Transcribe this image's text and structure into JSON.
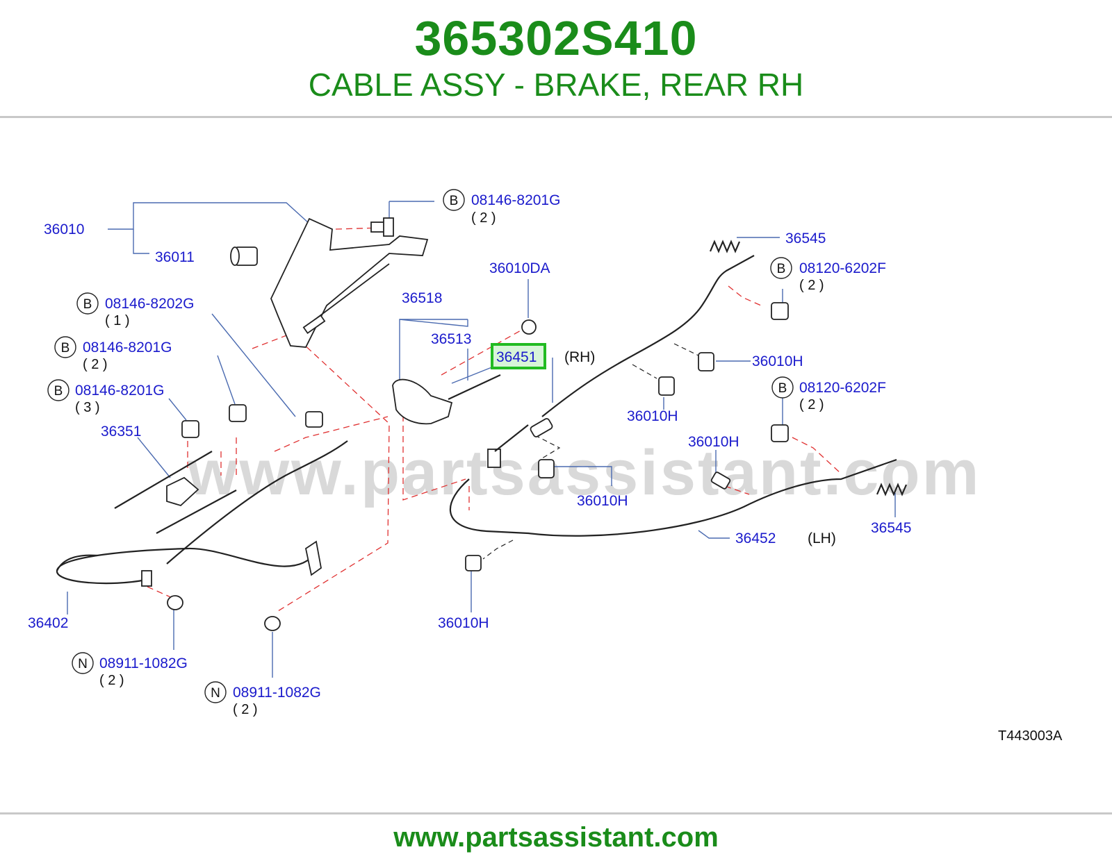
{
  "header": {
    "part_number": "365302S410",
    "description": "CABLE ASSY - BRAKE, REAR RH"
  },
  "footer": {
    "url": "www.partsassistant.com"
  },
  "watermark": "www.partsassistant.com",
  "colors": {
    "brand_green": "#1a8c1a",
    "label_blue": "#1a1acc",
    "highlight": "#22bb22",
    "dash_red": "#e03030"
  },
  "diagram": {
    "code": "T443003A",
    "circle_b": "B",
    "circle_n": "N",
    "labels": {
      "p36010": "36010",
      "p36011": "36011",
      "b08146_8201g_top": "08146-8201G",
      "q_top": "( 2 )",
      "p36010da": "36010DA",
      "p36518": "36518",
      "p36513": "36513",
      "p36451": "36451",
      "rh": "(RH)",
      "b08146_8202g": "08146-8202G",
      "q_8202g": "( 1 )",
      "b08146_8201g_mid": "08146-8201G",
      "q_mid": "( 2 )",
      "b08146_8201g_low": "08146-8201G",
      "q_low": "( 3 )",
      "p36351": "36351",
      "p36545_top": "36545",
      "b08120_6202f_top": "08120-6202F",
      "q_6202f_top": "( 2 )",
      "p36010h_a": "36010H",
      "p36010h_b": "36010H",
      "b08120_6202f_low": "08120-6202F",
      "q_6202f_low": "( 2 )",
      "p36010h_c": "36010H",
      "p36010h_d": "36010H",
      "p36545_low": "36545",
      "p36452": "36452",
      "lh": "(LH)",
      "p36010h_e": "36010H",
      "p36402": "36402",
      "n08911_1082g_a": "08911-1082G",
      "q_n_a": "( 2 )",
      "n08911_1082g_b": "08911-1082G",
      "q_n_b": "( 2 )"
    }
  }
}
